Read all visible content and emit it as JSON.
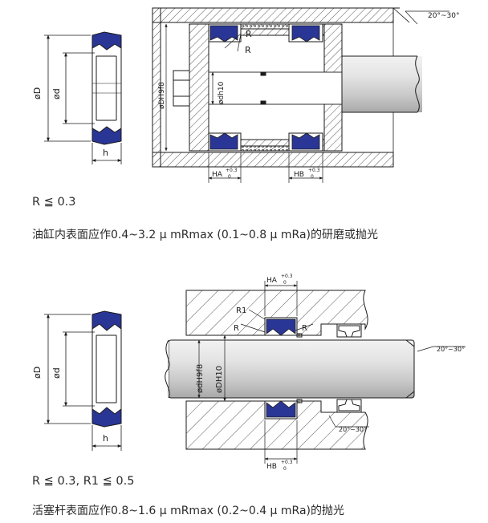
{
  "colors": {
    "seal": "#2a3696",
    "line": "#1a1a1a",
    "hatch": "#444444"
  },
  "figure1": {
    "dim_D": "øD",
    "dim_d": "ød",
    "dim_h": "h",
    "dim_DH9f8": "øDH9f8",
    "dim_dh10": "ødh10",
    "radius_label": "R",
    "angle": "20°~30°",
    "groove_A": "HA",
    "groove_B": "HB",
    "tol_plus": "+0.3",
    "tol_zero": "0",
    "note_radius": "R ≦ 0.3",
    "note_finish": "油缸内表面应作0.4~3.2 μ mRmax (0.1~0.8 μ mRa)的研磨或抛光"
  },
  "figure2": {
    "dim_D": "øD",
    "dim_d": "ød",
    "dim_h": "h",
    "dim_dH9f8": "ødH9f8",
    "dim_DH10": "øDH10",
    "radius_label": "R",
    "radius1_label": "R1",
    "angle_1": "20°~30°",
    "angle_2": "20°~30°",
    "groove_A": "HA",
    "groove_B": "HB",
    "tol_plus": "+0.3",
    "tol_zero": "0",
    "note_radius": "R ≦ 0.3, R1 ≦ 0.5",
    "note_finish": "活塞杆表面应作0.8~1.6 μ mRmax (0.2~0.4 μ mRa)的抛光"
  }
}
